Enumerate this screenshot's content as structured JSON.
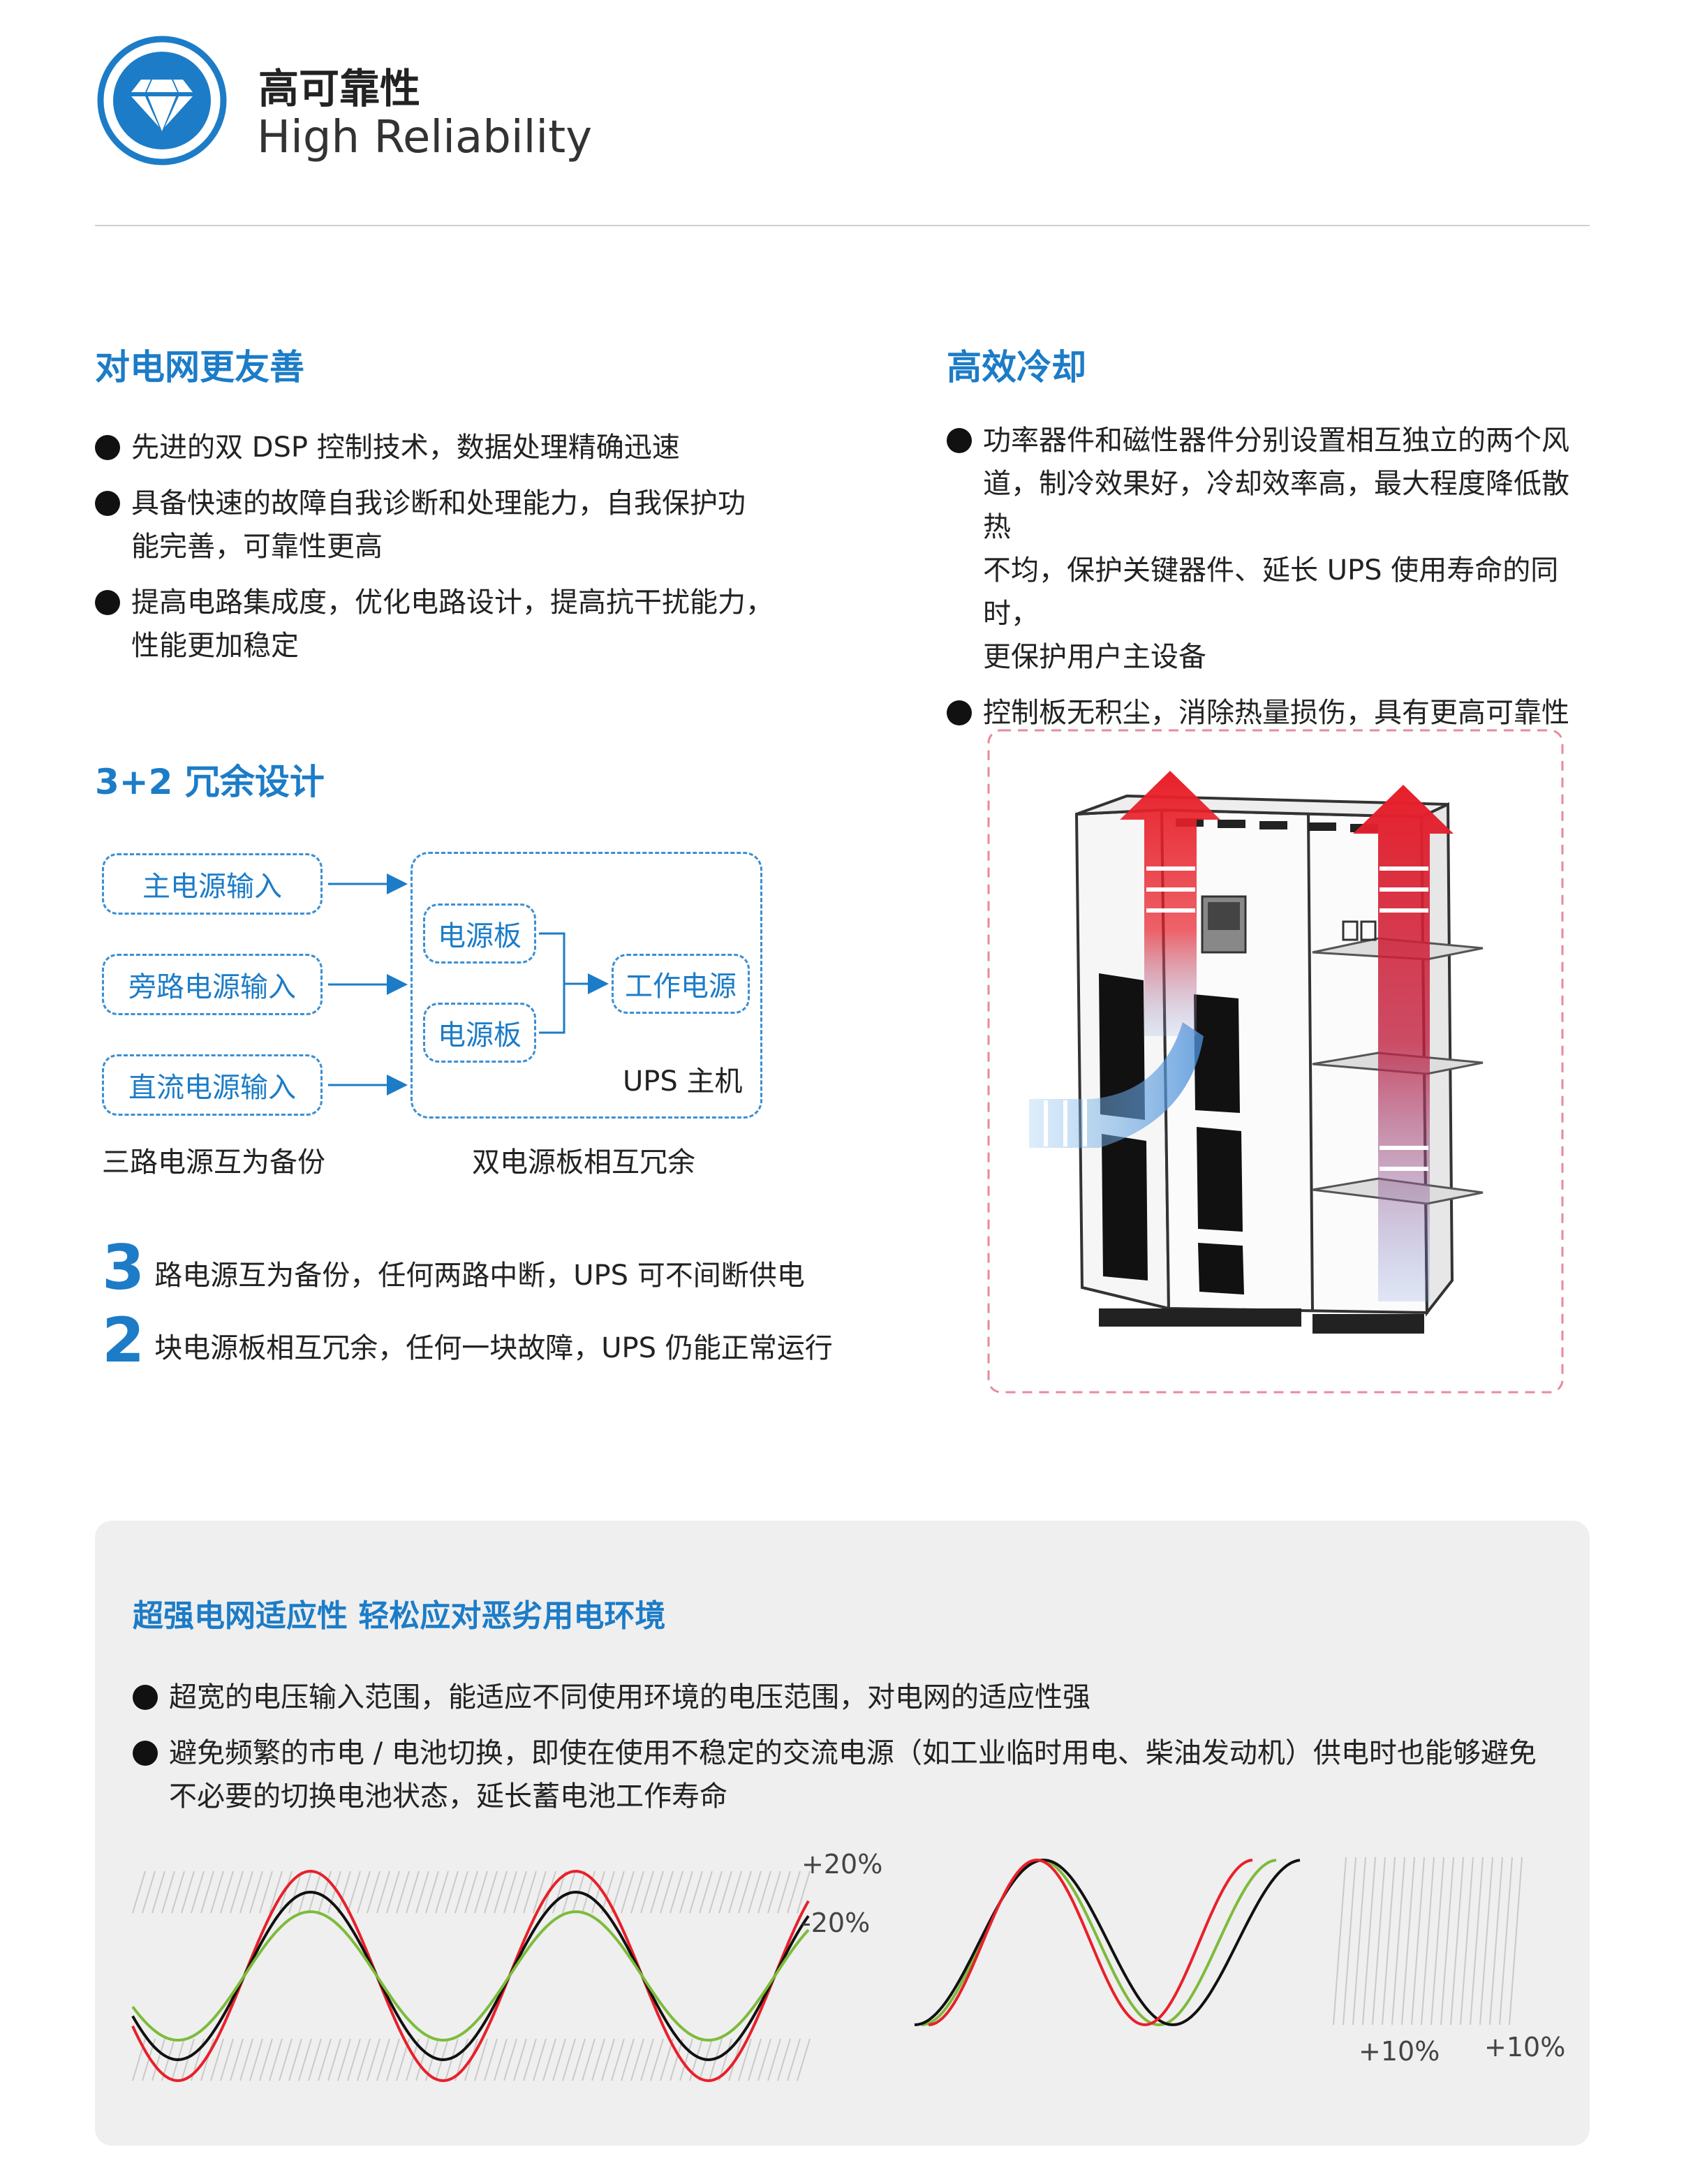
{
  "header": {
    "title_cn": "高可靠性",
    "title_en": "High Reliability",
    "icon": "diamond-icon",
    "accent": "#1c7cc7"
  },
  "grid_friendly": {
    "title": "对电网更友善",
    "bullets": [
      [
        "先进的双 DSP 控制技术，数据处理精确迅速"
      ],
      [
        "具备快速的故障自我诊断和处理能力，自我保护功",
        "能完善，可靠性更高"
      ],
      [
        "提高电路集成度，优化电路设计，提高抗干扰能力，",
        "性能更加稳定"
      ]
    ]
  },
  "cooling": {
    "title": "高效冷却",
    "bullets": [
      [
        "功率器件和磁性器件分别设置相互独立的两个风",
        "道，制冷效果好，冷却效率高，最大程度降低散热",
        "不均，保护关键器件、延长 UPS 使用寿命的同时，",
        "更保护用户主设备"
      ],
      [
        "控制板无积尘，消除热量损伤，具有更高可靠性"
      ]
    ]
  },
  "redundancy": {
    "title": "3+2 冗余设计",
    "inputs": [
      "主电源输入",
      "旁路电源输入",
      "直流电源输入"
    ],
    "boards": [
      "电源板",
      "电源板"
    ],
    "output": "工作电源",
    "host_label": "UPS 主机",
    "caption_left": "三路电源互为备份",
    "caption_right": "双电源板相互冗余",
    "stats": [
      {
        "num": "3",
        "text": "路电源互为备份，任何两路中断，UPS 可不间断供电"
      },
      {
        "num": "2",
        "text": "块电源板相互冗余，任何一块故障，UPS 仍能正常运行"
      }
    ]
  },
  "adaptability": {
    "title": "超强电网适应性 轻松应对恶劣用电环境",
    "bullets": [
      [
        "超宽的电压输入范围，能适应不同使用环境的电压范围，对电网的适应性强"
      ],
      [
        "避免频繁的市电 / 电池切换，即使在使用不稳定的交流电源（如工业临时用电、柴油发动机）供电时也能够避免",
        "不必要的切换电池状态，延长蓄电池工作寿命"
      ]
    ],
    "wave_left_labels": [
      "+20%",
      "-20%"
    ],
    "wave_right_labels": [
      "+10%",
      "+10%"
    ]
  },
  "colors": {
    "red_wave": "#e8202a",
    "black_wave": "#111111",
    "green_wave": "#7dbb3a",
    "panel_bg": "#efefef"
  }
}
